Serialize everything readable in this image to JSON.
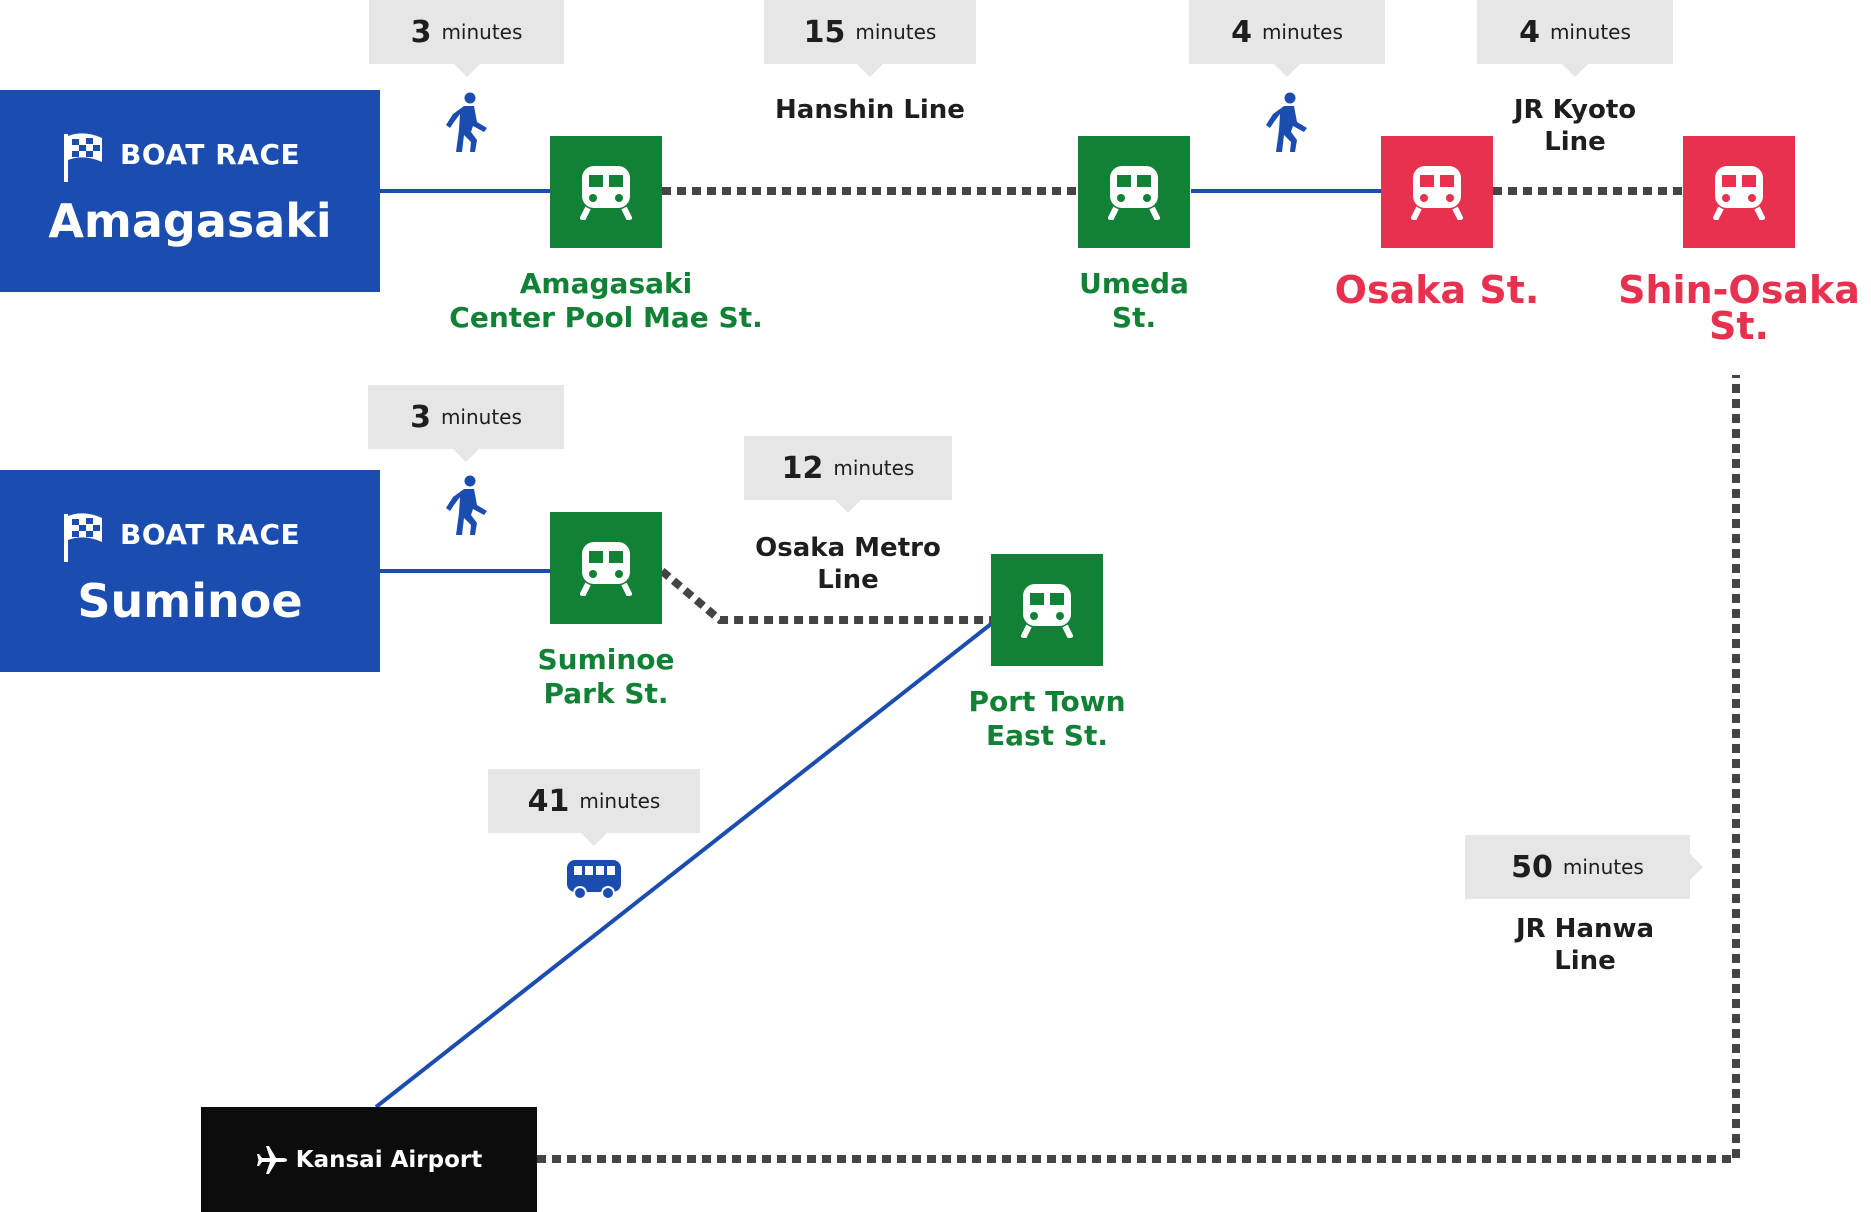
{
  "venues": {
    "amagasaki": {
      "kicker": "BOAT RACE",
      "name": "Amagasaki"
    },
    "suminoe": {
      "kicker": "BOAT RACE",
      "name": "Suminoe"
    }
  },
  "stations": {
    "amagasaki_center": {
      "line1": "Amagasaki",
      "line2": "Center Pool Mae St."
    },
    "umeda": {
      "line1": "Umeda",
      "line2": "St."
    },
    "osaka": {
      "line1": "Osaka St."
    },
    "shin_osaka": {
      "line1": "Shin-Osaka",
      "line2": "St."
    },
    "suminoe_park": {
      "line1": "Suminoe",
      "line2": "Park St."
    },
    "port_town": {
      "line1": "Port Town",
      "line2": "East St."
    }
  },
  "airport": {
    "label": "Kansai Airport"
  },
  "segments": {
    "walk_amagasaki": {
      "minutes": "3",
      "unit": "minutes"
    },
    "hanshin": {
      "minutes": "15",
      "unit": "minutes",
      "line1": "Hanshin Line"
    },
    "walk_umeda": {
      "minutes": "4",
      "unit": "minutes"
    },
    "jr_kyoto": {
      "minutes": "4",
      "unit": "minutes",
      "line1": "JR Kyoto",
      "line2": "Line"
    },
    "walk_suminoe": {
      "minutes": "3",
      "unit": "minutes"
    },
    "osaka_metro": {
      "minutes": "12",
      "unit": "minutes",
      "line1": "Osaka Metro",
      "line2": "Line"
    },
    "bus": {
      "minutes": "41",
      "unit": "minutes"
    },
    "jr_hanwa": {
      "minutes": "50",
      "unit": "minutes",
      "line1": "JR Hanwa",
      "line2": "Line"
    }
  },
  "icons": {
    "walk": "walking-person-icon",
    "train": "train-icon",
    "bus": "bus-icon",
    "plane": "airplane-icon",
    "flag": "checkered-flag-icon"
  },
  "colors": {
    "venue_blue": "#1a4daf",
    "station_green": "#118235",
    "station_red": "#e8304f",
    "rail_dots": "#444444",
    "bubble_grey": "#e6e6e6",
    "airport_black": "#0c0c0c"
  }
}
